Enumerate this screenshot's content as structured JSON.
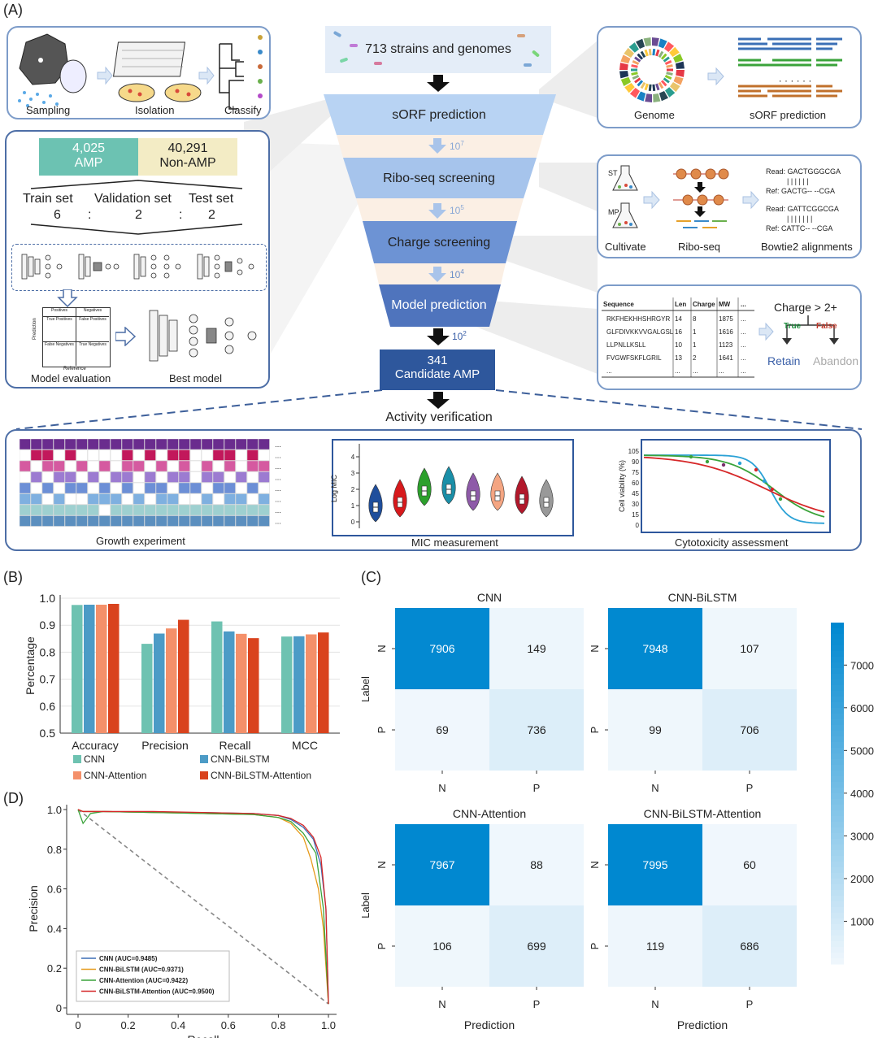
{
  "panel_labels": {
    "a": "(A)",
    "b": "(B)",
    "c": "(C)",
    "d": "(D)"
  },
  "funnel": {
    "top": "713 strains and genomes",
    "stages": [
      "sORF prediction",
      "Ribo-seq screening",
      "Charge screening",
      "Model prediction"
    ],
    "counts": [
      "10",
      "10",
      "10",
      "10"
    ],
    "exps": [
      "7",
      "5",
      "4",
      "2"
    ],
    "final_number": "341",
    "final_label": "Candidate AMP",
    "verification": "Activity verification"
  },
  "sampling_panel": {
    "labels": [
      "Sampling",
      "Isolation",
      "Classify"
    ]
  },
  "genome_panel": {
    "labels": [
      "Genome",
      "sORF prediction"
    ],
    "dots": "· · · · · ·"
  },
  "riboseq_panel": {
    "st": "ST",
    "mp": "MP",
    "labels": [
      "Cultivate",
      "Ribo-seq",
      "Bowtie2 alignments"
    ],
    "align1": {
      "read": "Read: GACTGGGCGA",
      "bars": "| | |   | | |",
      "ref": "Ref:  GACTG-- --CGA"
    },
    "align2": {
      "read": "Read: GATTCGGCGA",
      "bars": "| | | |   | | |",
      "ref": "Ref:  CATTC-- --CGA"
    }
  },
  "charge_panel": {
    "headers": [
      "Sequence",
      "Len",
      "Charge",
      "MW",
      "..."
    ],
    "rows": [
      [
        "RKFHEKHHSHRGYR",
        "14",
        "8",
        "1875",
        "..."
      ],
      [
        "GLFDIVKKVVGALGSL",
        "16",
        "1",
        "1616",
        "..."
      ],
      [
        "LLPNLLKSLL",
        "10",
        "1",
        "1123",
        "..."
      ],
      [
        "FVGWFSKFLGRIL",
        "13",
        "2",
        "1641",
        "..."
      ],
      [
        "...",
        "...",
        "...",
        "...",
        "..."
      ]
    ],
    "rule": "Charge > 2+",
    "true_label": "True",
    "false_label": "False",
    "retain": "Retain",
    "abandon": "Abandon"
  },
  "model_panel": {
    "amp_count": "4,025",
    "amp_label": "AMP",
    "nonamp_count": "40,291",
    "nonamp_label": "Non-AMP",
    "splits": [
      "Train set",
      "Validation set",
      "Test set"
    ],
    "ratio": [
      "6",
      ":",
      "2",
      ":",
      "2"
    ],
    "cm_headers": [
      "Positives",
      "Negatives"
    ],
    "cm_cells": [
      "True Positives",
      "False Positives",
      "False Negatives",
      "True Negatives"
    ],
    "cm_axis": [
      "Prediction",
      "Reference"
    ],
    "labels": [
      "Model evaluation",
      "Best model"
    ]
  },
  "verification_panel": {
    "labels": [
      "Growth experiment",
      "MIC measurement",
      "Cytotoxicity assessment"
    ],
    "violin_ylabel": "Log MIC",
    "violin_yticks": [
      "0",
      "1",
      "2",
      "3",
      "4"
    ],
    "violin_medians": [
      0.9,
      1.2,
      1.9,
      2.0,
      1.6,
      1.6,
      1.4,
      1.2
    ],
    "violin_colors": [
      "#1f4e9c",
      "#d7191c",
      "#2ca02c",
      "#1a8fa8",
      "#8e5aa8",
      "#f4a582",
      "#b2182b",
      "#999999"
    ],
    "cyto_ylabel": "Cell viability (%)",
    "cyto_yticks": [
      "0",
      "15",
      "30",
      "45",
      "60",
      "75",
      "90",
      "105"
    ]
  },
  "chart_data": [
    {
      "type": "bar",
      "categories": [
        "Accuracy",
        "Precision",
        "Recall",
        "MCC"
      ],
      "ylabel": "Percentage",
      "ylim": [
        0.5,
        1.0
      ],
      "yticks": [
        "0.5",
        "0.6",
        "0.7",
        "0.8",
        "0.9",
        "1.0"
      ],
      "series": [
        {
          "name": "CNN",
          "color": "#6ec2b1",
          "values": [
            0.975,
            0.831,
            0.914,
            0.858
          ]
        },
        {
          "name": "CNN-BiLSTM",
          "color": "#4c9bc6",
          "values": [
            0.976,
            0.869,
            0.877,
            0.859
          ]
        },
        {
          "name": "CNN-Attention",
          "color": "#f4906a",
          "values": [
            0.976,
            0.888,
            0.868,
            0.866
          ]
        },
        {
          "name": "CNN-BiLSTM-Attention",
          "color": "#d9431e",
          "values": [
            0.979,
            0.92,
            0.852,
            0.873
          ]
        }
      ]
    },
    {
      "type": "heatmap",
      "cmax": 7995,
      "colorbar_ticks": [
        "1000",
        "2000",
        "3000",
        "4000",
        "5000",
        "6000",
        "7000"
      ],
      "ylabel": "Label",
      "xlabel": "Prediction",
      "row_labels": [
        "N",
        "P"
      ],
      "col_labels": [
        "N",
        "P"
      ],
      "matrices": [
        {
          "title": "CNN",
          "values": [
            [
              7906,
              149
            ],
            [
              69,
              736
            ]
          ]
        },
        {
          "title": "CNN-BiLSTM",
          "values": [
            [
              7948,
              107
            ],
            [
              99,
              706
            ]
          ]
        },
        {
          "title": "CNN-Attention",
          "values": [
            [
              7967,
              88
            ],
            [
              106,
              699
            ]
          ]
        },
        {
          "title": "CNN-BiLSTM-Attention",
          "values": [
            [
              7995,
              60
            ],
            [
              119,
              686
            ]
          ]
        }
      ]
    },
    {
      "type": "line",
      "xlabel": "Recall",
      "ylabel": "Precision",
      "xticks": [
        "0",
        "0.2",
        "0.4",
        "0.6",
        "0.8",
        "1.0"
      ],
      "yticks": [
        "0",
        "0.2",
        "0.4",
        "0.6",
        "0.8",
        "1.0"
      ],
      "series": [
        {
          "name": "CNN (AUC=0.9485)",
          "color": "#3b6fb6",
          "x": [
            0,
            0.02,
            0.1,
            0.3,
            0.5,
            0.7,
            0.8,
            0.85,
            0.9,
            0.94,
            0.97,
            0.99,
            1.0
          ],
          "y": [
            1.0,
            0.99,
            0.99,
            0.985,
            0.985,
            0.98,
            0.97,
            0.95,
            0.91,
            0.85,
            0.72,
            0.5,
            0.02
          ]
        },
        {
          "name": "CNN-BiLSTM (AUC=0.9371)",
          "color": "#e69a1a",
          "x": [
            0,
            0.02,
            0.1,
            0.3,
            0.5,
            0.7,
            0.8,
            0.85,
            0.9,
            0.93,
            0.96,
            0.98,
            1.0
          ],
          "y": [
            1.0,
            0.99,
            0.99,
            0.985,
            0.98,
            0.975,
            0.96,
            0.93,
            0.86,
            0.75,
            0.6,
            0.4,
            0.02
          ]
        },
        {
          "name": "CNN-Attention (AUC=0.9422)",
          "color": "#3aa33a",
          "x": [
            0,
            0.02,
            0.05,
            0.1,
            0.3,
            0.5,
            0.7,
            0.8,
            0.85,
            0.9,
            0.95,
            0.98,
            1.0
          ],
          "y": [
            1.0,
            0.93,
            0.98,
            0.99,
            0.985,
            0.98,
            0.975,
            0.96,
            0.94,
            0.88,
            0.78,
            0.5,
            0.02
          ]
        },
        {
          "name": "CNN-BiLSTM-Attention (AUC=0.9500)",
          "color": "#d62728",
          "x": [
            0,
            0.02,
            0.1,
            0.3,
            0.5,
            0.7,
            0.8,
            0.85,
            0.9,
            0.94,
            0.97,
            0.99,
            1.0
          ],
          "y": [
            1.0,
            0.99,
            0.99,
            0.99,
            0.985,
            0.98,
            0.97,
            0.955,
            0.92,
            0.86,
            0.76,
            0.5,
            0.02
          ]
        }
      ]
    }
  ]
}
